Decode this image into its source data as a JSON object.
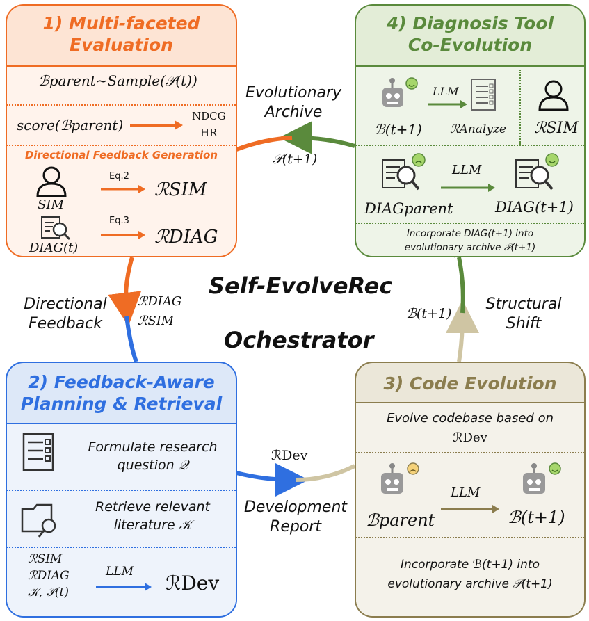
{
  "center": {
    "title": "Self-EvolveRec",
    "subtitle": "Ochestrator"
  },
  "panel1": {
    "title_line1": "1) Multi-faceted",
    "title_line2": "Evaluation",
    "sample_formula": "ℬparent~Sample(𝒫(t))",
    "score_formula": "score(ℬparent)",
    "metrics": [
      "NDCG",
      "HR"
    ],
    "feedback_header": "Directional Feedback Generation",
    "sim_label": "SIM",
    "diag_label": "DIAG(t)",
    "eq2": "Eq.2",
    "eq3": "Eq.3",
    "r_sim": "ℛSIM",
    "r_diag": "ℛDIAG"
  },
  "panel2": {
    "title_line1": "2) Feedback-Aware",
    "title_line2": "Planning & Retrieval",
    "formulate": [
      "Formulate research",
      "question 𝒬"
    ],
    "retrieve": [
      "Retrieve relevant",
      "literature 𝒦"
    ],
    "inputs": [
      "ℛSIM",
      "ℛDIAG",
      "𝒦, 𝒫(t)"
    ],
    "llm": "LLM",
    "output": "ℛDev"
  },
  "panel3": {
    "title": "3) Code Evolution",
    "evolve": [
      "Evolve codebase based on",
      "ℛDev"
    ],
    "b_parent": "ℬparent",
    "llm": "LLM",
    "b_next": "ℬ(t+1)",
    "incorporate": [
      "Incorporate ℬ(t+1) into",
      "evolutionary archive 𝒫(t+1)"
    ]
  },
  "panel4": {
    "title_line1": "4) Diagnosis Tool",
    "title_line2": "Co-Evolution",
    "b_next": "ℬ(t+1)",
    "llm": "LLM",
    "r_analyze": "ℛAnalyze",
    "r_sim": "ℛSIM",
    "diag_parent": "DIAGparent",
    "diag_next": "DIAG(t+1)",
    "incorporate": [
      "Incorporate DIAG(t+1) into",
      "evolutionary archive 𝒫(t+1)"
    ]
  },
  "flow": {
    "archive": [
      "Evolutionary",
      "Archive"
    ],
    "archive_sym": "𝒫(t+1)",
    "directional": [
      "Directional",
      "Feedback"
    ],
    "dir_syms": [
      "ℛDIAG",
      "ℛSIM"
    ],
    "structural": [
      "Structural",
      "Shift"
    ],
    "struct_sym": "ℬ(t+1)",
    "development": [
      "Development",
      "Report"
    ],
    "dev_sym": "ℛDev"
  },
  "colors": {
    "orange": "#ef6c24",
    "orange_fill": "#fde4d4",
    "green": "#5a8a3c",
    "green_fill": "#e3edd7",
    "blue": "#2f6fe0",
    "blue_fill": "#dde8f8",
    "olive": "#8b7d4e",
    "olive_fill": "#ebe7d9",
    "tan": "#cfc5a3"
  }
}
